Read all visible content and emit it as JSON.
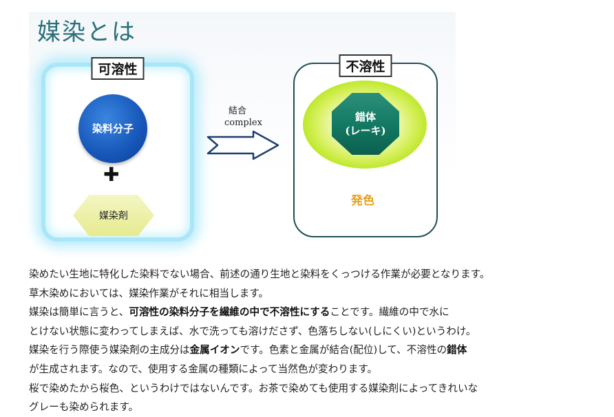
{
  "figure": {
    "title": "媒染とは",
    "soluble_label": "可溶性",
    "dye_molecule": "染料分子",
    "plus_sign": "✚",
    "mordant": "媒染剤",
    "arrow_label_line1": "結合",
    "arrow_label_line2": "complex",
    "insoluble_label": "不溶性",
    "complex_line1": "錯体",
    "complex_line2": "(レーキ)",
    "color_label": "発色"
  },
  "body": {
    "line1": "染めたい生地に特化した染料でない場合、前述の通り生地と染料をくっつける作業が必要となります。",
    "line2": "草木染めにおいては、媒染作業がそれに相当します。",
    "line3_a": "媒染は簡単に言うと、",
    "line3_b": "可溶性の染料分子を繊維の中で不溶性にする",
    "line3_c": "ことです。繊維の中で水に",
    "line4": "とけない状態に変わってしまえば、水で洗っても溶けださず、色落ちしない(しにくい)というわけ。",
    "line5_a": "媒染を行う際使う媒染剤の主成分は",
    "line5_b": "金属イオン",
    "line5_c": "です。色素と金属が結合(配位)して、不溶性の",
    "line5_d": "錯体",
    "line6": "が生成されます。なので、使用する金属の種類によって当然色が変わります。",
    "line7": "桜で染めたから桜色、というわけではないんです。お茶で染めても使用する媒染剤によってきれいな",
    "line8": "グレーも染められます。"
  }
}
